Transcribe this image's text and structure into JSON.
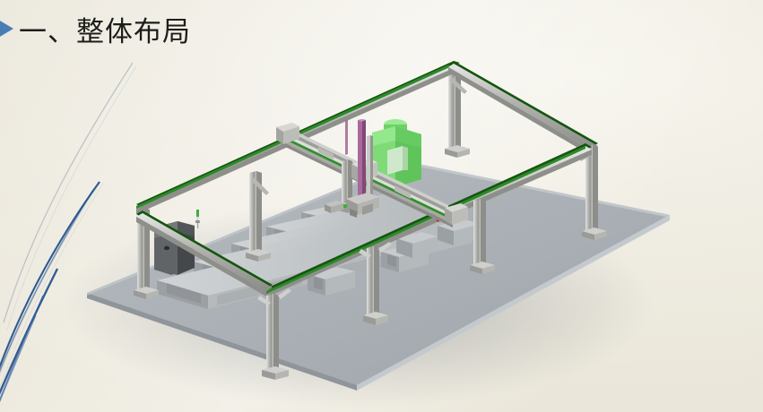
{
  "slide": {
    "background_color": "#efece2",
    "sheen_color": "#f7f5ee"
  },
  "title": {
    "bullet_icon": "triangle-right-icon",
    "bullet_color": "#4a7cb5",
    "text": "一、整体布局"
  },
  "decor": {
    "curve_gray_color": "#b9bcc0",
    "curve_blue_color": "#1f4e8c",
    "curve_blue_light_color": "#2d5fa0"
  },
  "render": {
    "caption": "3D gantry dispensing cell isometric render",
    "palette": {
      "floor_top": "#a9afb4",
      "floor_top_light": "#b4babf",
      "floor_edge": "#c9ced2",
      "floor_side": "#8f959a",
      "metal_light": "#d3d4d2",
      "metal_mid": "#a9aaa8",
      "metal_dark": "#85867f",
      "metal_shadow": "#6e6f6a",
      "rail_green": "#1e7a1e",
      "rail_green_dark": "#14550f",
      "tank_green": "#7ddc77",
      "tank_green_mid": "#63c95f",
      "tank_green_dark": "#4fae4c",
      "cabinet_dark": "#4e5052",
      "cabinet_mid": "#5e6164",
      "cabinet_light": "#7b7e80",
      "actuator_magenta": "#9b5f8f",
      "indicator_red": "#e11b1b",
      "rack_light": "#c2c6c8",
      "rack_mid": "#a5aaad",
      "rack_dark": "#8d9295"
    },
    "parts": [
      {
        "name": "floor-platform",
        "label": "Concrete work platform"
      },
      {
        "name": "gantry-frame",
        "label": "Overhead gantry rail frame"
      },
      {
        "name": "gantry-column",
        "label": "Gantry support column",
        "count": 6
      },
      {
        "name": "cross-beam-carriage",
        "label": "Traversing cross beam carriage"
      },
      {
        "name": "vertical-actuator",
        "label": "Vertical Z actuator"
      },
      {
        "name": "end-effector",
        "label": "Dispensing end effector"
      },
      {
        "name": "green-tank",
        "label": "Green material hopper tank"
      },
      {
        "name": "control-cabinet",
        "label": "Electrical control cabinet"
      },
      {
        "name": "mold-rack",
        "label": "Steel mold rack row",
        "count": 5
      },
      {
        "name": "pallet-box",
        "label": "Pallet box frame",
        "count": 4
      }
    ]
  }
}
